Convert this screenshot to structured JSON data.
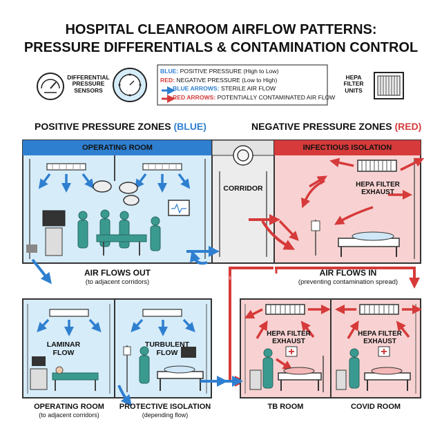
{
  "title": {
    "line1": "HOSPITAL CLEANROOM AIRFLOW PATTERNS:",
    "line2": "PRESSURE DIFFERENTIALS & CONTAMINATION CONTROL"
  },
  "legend": {
    "sensors_label_1": "DIFFERENTIAL",
    "sensors_label_2": "PRESSURE",
    "sensors_label_3": "SENSORS",
    "blue_key": "BLUE:",
    "blue_desc": "POSITIVE PRESSURE (High to Low)",
    "red_key": "RED:",
    "red_desc": "NEGATIVE PRESSURE (Low to High)",
    "blue_arrows_key": "BLUE ARROWS:",
    "blue_arrows_desc": "STERILE AIR FLOW",
    "red_arrows_key": "RED ARROWS:",
    "red_arrows_desc": "POTENTIALLY CONTAMINATED AIR FLOW",
    "hepa_1": "HEPA",
    "hepa_2": "FILTER",
    "hepa_3": "UNITS"
  },
  "sections": {
    "positive_prefix": "POSITIVE PRESSURE ZONES",
    "positive_tag": "(BLUE)",
    "negative_prefix": "NEGATIVE PRESSURE ZONES",
    "negative_tag": "(RED)"
  },
  "rooms": {
    "operating_room": "OPERATING ROOM",
    "corridor": "CORRIDOR",
    "infectious_isolation": "INFECTIOUS ISOLATION",
    "hepa_exhaust_1": "HEPA FILTER",
    "hepa_exhaust_2": "EXHAUST",
    "air_out": "AIR FLOWS OUT",
    "air_out_sub": "(to adjacent corridors)",
    "air_in": "AIR FLOWS IN",
    "air_in_sub": "(preventing contamination spread)",
    "laminar_1": "LAMINAR",
    "laminar_2": "FLOW",
    "turbulent_1": "TURBULENT",
    "turbulent_2": "FLOW",
    "tb_hepa_1": "HEPA FILTER",
    "tb_hepa_2": "EXHAUST",
    "covid_hepa_1": "HEPA FILTER",
    "covid_hepa_2": "EXHAUST",
    "bottom_or": "OPERATING ROOM",
    "bottom_or_sub": "(to adjacent corridors)",
    "protective": "PROTECTIVE ISOLATION",
    "protective_sub": "(depending flow)",
    "tb_room": "TB ROOM",
    "covid_room": "COVID ROOM"
  },
  "colors": {
    "blue": "#2f7fd0",
    "blue_light": "#cfe7f7",
    "red": "#d63a3a",
    "red_light": "#f8d2d2",
    "teal": "#3a9a90"
  }
}
